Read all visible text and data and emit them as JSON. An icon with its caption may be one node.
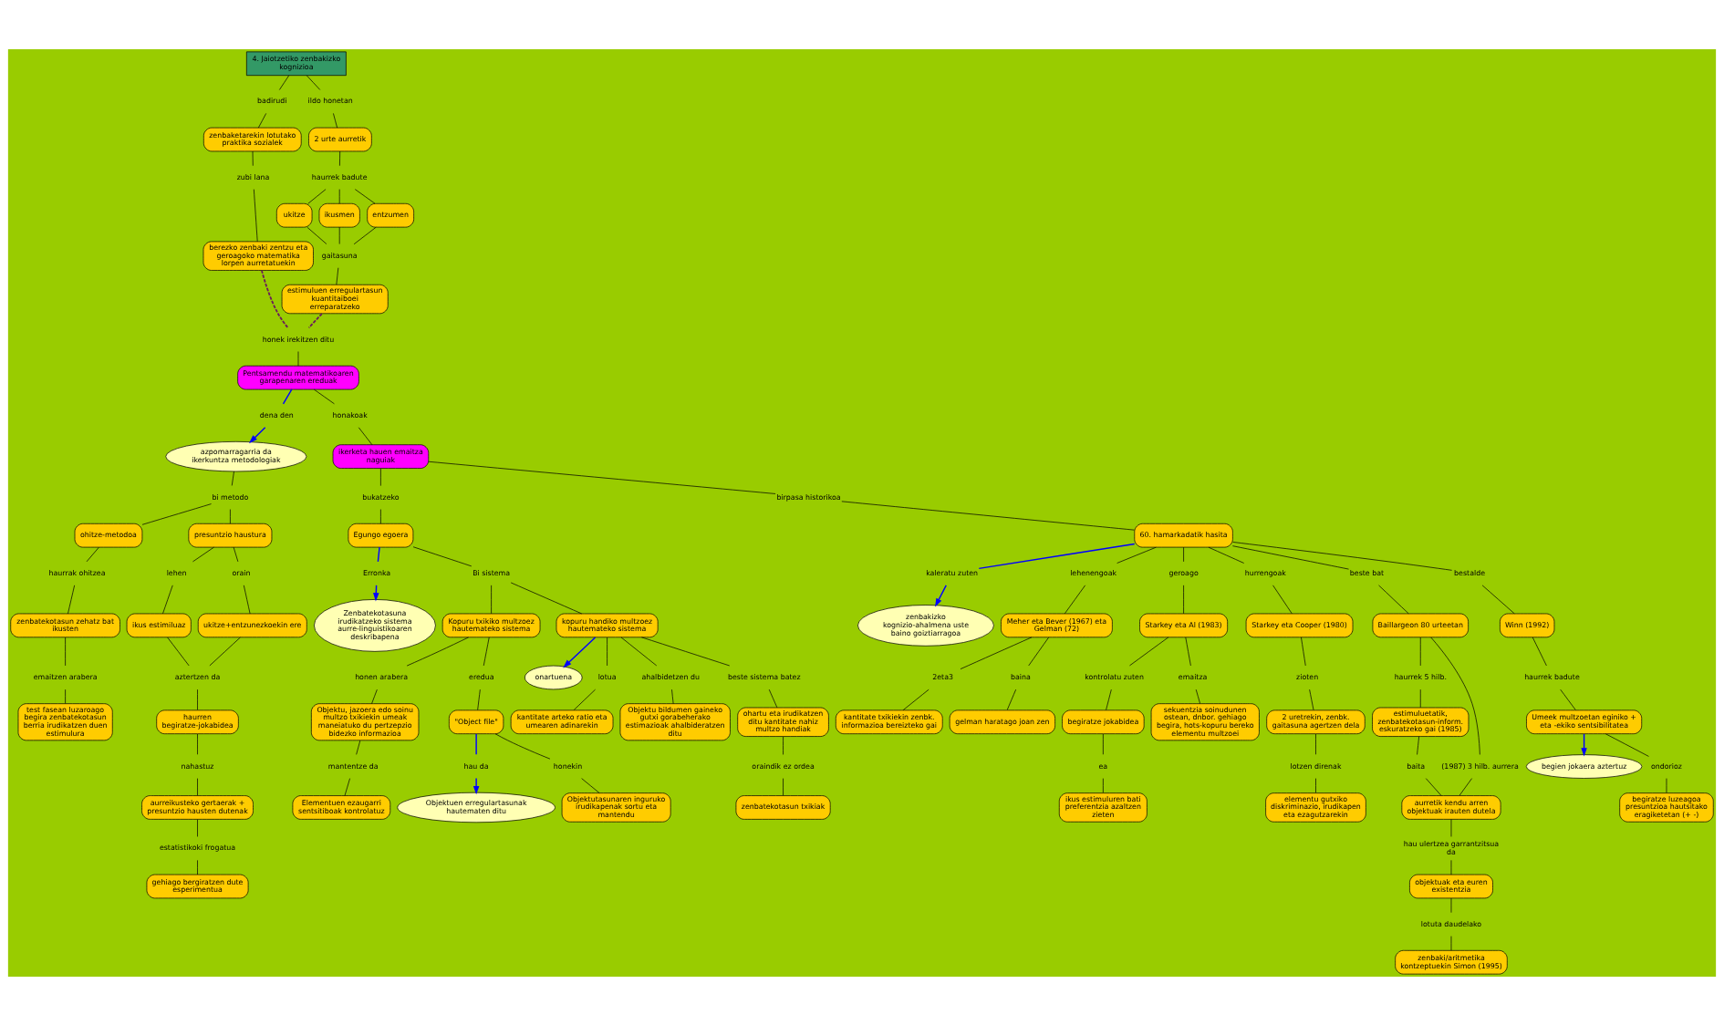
{
  "diagram": {
    "nodes": [
      {
        "text": [
          "4. Jaiotzetiko zenbakizko kognizioa"
        ]
      },
      {
        "text": [
          "badirudi"
        ]
      },
      {
        "text": [
          "ildo honetan"
        ]
      },
      {
        "text": [
          "zenbaketarekin lotutako praktika sozialek"
        ]
      },
      {
        "text": [
          "2 urte aurretik"
        ]
      },
      {
        "text": [
          "zubi lana"
        ]
      },
      {
        "text": [
          "haurrek badute"
        ]
      },
      {
        "text": [
          "ukitze"
        ]
      },
      {
        "text": [
          "ikusmen"
        ]
      },
      {
        "text": [
          "entzumen"
        ]
      },
      {
        "text": [
          "berezko zenbaki zentzu eta geroagoko matematika lorpen aurretatuekin"
        ]
      },
      {
        "text": [
          "gaitasuna"
        ]
      },
      {
        "text": [
          "estimuluen erregulartasun kuantitaiboei erreparatzeko"
        ]
      },
      {
        "text": [
          "honek irekitzen ditu"
        ]
      },
      {
        "text": [
          "Pentsamendu matematikoaren garapenaren ereduak"
        ]
      },
      {
        "text": [
          "dena den"
        ]
      },
      {
        "text": [
          "azpomarragarria da ikerkuntza metodologiak"
        ]
      },
      {
        "text": [
          "bi metodo"
        ]
      },
      {
        "text": [
          "ohitze-metodoa"
        ]
      },
      {
        "text": [
          "presuntzio haustura"
        ]
      },
      {
        "text": [
          "honakoak"
        ]
      },
      {
        "text": [
          "haurrak ohitzea"
        ]
      },
      {
        "text": [
          "lehen"
        ]
      },
      {
        "text": [
          "orain"
        ]
      },
      {
        "text": [
          "zenbatekotasun zehatz bat ikusten"
        ]
      },
      {
        "text": [
          "ikerketa hauen emaitza naguiak"
        ]
      },
      {
        "text": [
          "ikus estimiluaz"
        ]
      },
      {
        "text": [
          "ukitze+entzunezkoekin ere"
        ]
      },
      {
        "text": [
          "bukatzeko"
        ]
      },
      {
        "text": [
          "emaitzen arabera"
        ]
      },
      {
        "text": [
          "aztertzen da"
        ]
      },
      {
        "text": [
          "Egungo egoera"
        ]
      },
      {
        "text": [
          "birpasa historikoa"
        ]
      },
      {
        "text": [
          "Zenbatekotasuna irudikatzeko sistema aurre-linguistikoaren deskribapena"
        ]
      },
      {
        "text": [
          "Erronka"
        ]
      },
      {
        "text": [
          "zenbakizko kognizio-ahalmena uste baino goiztiarragoa"
        ]
      },
      {
        "text": [
          "kaleratu zuten"
        ]
      },
      {
        "text": [
          "60. hamarkadatik hasita"
        ]
      },
      {
        "text": [
          "Bi sistema"
        ]
      },
      {
        "text": [
          "test fasean luzaroago begira zenbatekotasun berria irudikatzen duen estimulura"
        ]
      },
      {
        "text": [
          "haurren begiratze-jokabidea"
        ]
      },
      {
        "text": [
          "honen arabera"
        ]
      },
      {
        "text": [
          "Kopuru txikiko multzoez hautemateko sistema"
        ]
      },
      {
        "text": [
          "lehenengoak"
        ]
      },
      {
        "text": [
          "geroago"
        ]
      },
      {
        "text": [
          "hurrengoak"
        ]
      },
      {
        "text": [
          "Meher eta Bever (1967) eta Gelman (72)"
        ]
      },
      {
        "text": [
          "Starkey eta Al (1983)"
        ]
      },
      {
        "text": [
          "Starkey eta Cooper (1980)"
        ]
      },
      {
        "text": [
          "Objektu, jazoera edo soinu multzo txikiekin umeak maneiatuko du pertzepzio bidezko informazioa"
        ]
      },
      {
        "text": [
          "eredua"
        ]
      },
      {
        "text": [
          "nahastuz"
        ]
      },
      {
        "text": [
          "aurreikusteko gertaerak + presuntzio hausten dutenak"
        ]
      },
      {
        "text": [
          "2eta3"
        ]
      },
      {
        "text": [
          "baina"
        ]
      },
      {
        "text": [
          "kontrolatu zuten"
        ]
      },
      {
        "text": [
          "emaitza"
        ]
      },
      {
        "text": [
          "beste bat"
        ]
      },
      {
        "text": [
          "\"Object file\""
        ]
      },
      {
        "text": [
          "hau da"
        ]
      },
      {
        "text": [
          "Objektuen erregulartasunak hautematen ditu"
        ]
      },
      {
        "text": [
          "kantitate txikiekin zenbk. informazioa bereizteko gai"
        ]
      },
      {
        "text": [
          "gelman haratago joan zen"
        ]
      },
      {
        "text": [
          "zioten"
        ]
      },
      {
        "text": [
          "begiratze jokabidea"
        ]
      },
      {
        "text": [
          "sekuentzia soinudunen ostean, dnbor. gehiago begira, hots-kopuru bereko elementu multzoei"
        ]
      },
      {
        "text": [
          "Baillargeon 80 urteetan"
        ]
      },
      {
        "text": [
          "mantentze da"
        ]
      },
      {
        "text": [
          "honekin"
        ]
      },
      {
        "text": [
          "kopuru handiko multzoez hautemateko sistema"
        ]
      },
      {
        "text": [
          "onartuena"
        ]
      },
      {
        "text": [
          "estatistikoki frogatua"
        ]
      },
      {
        "text": [
          "2 uretrekin, zenbk. gaitasuna agertzen dela"
        ]
      },
      {
        "text": [
          "ea"
        ]
      },
      {
        "text": [
          "Elementuen ezaugarri sentsitiboak kontrolatuz"
        ]
      },
      {
        "text": [
          "Objektutasunaren inguruko irudikapenak sortu eta mantendu"
        ]
      },
      {
        "text": [
          "lotua"
        ]
      },
      {
        "text": [
          "gehiago bergiratzen dute esperimentua"
        ]
      },
      {
        "text": [
          "haurrek 5 hilb."
        ]
      },
      {
        "text": [
          "(1987) 3 hilb. aurrera"
        ]
      },
      {
        "text": [
          "bestalde"
        ]
      },
      {
        "text": [
          "lotzen direnak"
        ]
      },
      {
        "text": [
          "ikus estimuluren bati preferentzia azaltzen zieten"
        ]
      },
      {
        "text": [
          "Winn (1992)"
        ]
      },
      {
        "text": [
          "kantitate arteko ratio eta umearen adinarekin"
        ]
      },
      {
        "text": [
          "ahalbidetzen du"
        ]
      },
      {
        "text": [
          "beste sistema batez"
        ]
      },
      {
        "text": [
          "elementu gutxiko diskriminazio, irudikapen eta ezagutzarekin"
        ]
      },
      {
        "text": [
          "estimuluetatik, zenbatekotasun-inform. eskuratzeko gai (1985)"
        ]
      },
      {
        "text": [
          "haurrek badute"
        ]
      },
      {
        "text": [
          "Umeek multzoetan eginiko + eta -ekiko sentsibilitatea"
        ]
      },
      {
        "text": [
          "begien jokaera aztertuz"
        ]
      },
      {
        "text": [
          "ohartu eta irudikatzen ditu kantitate nahiz multzo handiak"
        ]
      },
      {
        "text": [
          "baita"
        ]
      },
      {
        "text": [
          "ondorioz"
        ]
      },
      {
        "text": [
          "Objektu bildumen gaineko gutxi gorabeherako estimazioak ahalbideratzen ditu"
        ]
      },
      {
        "text": [
          "oraindik ez ordea"
        ]
      },
      {
        "text": [
          "aurretik kendu arren objektuak irauten dutela"
        ]
      },
      {
        "text": [
          "begiratze luzeagoa presuntzioa hautsitako eragiketetan (+ -)"
        ]
      },
      {
        "text": [
          "zenbatekotasun txikiak"
        ]
      },
      {
        "text": [
          "hau ulertzea garrantzitsua da"
        ]
      },
      {
        "text": [
          "objektuak eta euren existentzia"
        ]
      },
      {
        "text": [
          "lotuta daudelako"
        ]
      },
      {
        "text": [
          "zenbaki/aritmetika kontzeptuekin Simon (1995)"
        ]
      }
    ],
    "edges": [
      {
        "from": 0,
        "to": 1,
        "arrow": "none"
      },
      {
        "from": 1,
        "to": 3,
        "arrow": "none"
      },
      {
        "from": 3,
        "to": 5,
        "arrow": "none"
      },
      {
        "from": 5,
        "to": 10,
        "arrow": "none"
      },
      {
        "from": 10,
        "to": 13,
        "arrow": "none",
        "style": "dashed",
        "color": "#6b1a5a"
      },
      {
        "from": 0,
        "to": 2,
        "arrow": "none"
      },
      {
        "from": 2,
        "to": 4,
        "arrow": "none"
      },
      {
        "from": 4,
        "to": 6,
        "arrow": "none"
      },
      {
        "from": 6,
        "to": 7,
        "arrow": "none"
      },
      {
        "from": 6,
        "to": 8,
        "arrow": "none"
      },
      {
        "from": 6,
        "to": 9,
        "arrow": "none"
      },
      {
        "from": 7,
        "to": 11,
        "arrow": "none"
      },
      {
        "from": 8,
        "to": 11,
        "arrow": "none"
      },
      {
        "from": 9,
        "to": 11,
        "arrow": "none"
      },
      {
        "from": 11,
        "to": 12,
        "arrow": "none"
      },
      {
        "from": 12,
        "to": 13,
        "arrow": "none",
        "style": "dashed",
        "color": "#6b1a5a"
      },
      {
        "from": 13,
        "to": 14,
        "arrow": "none"
      },
      {
        "from": 14,
        "to": 15,
        "arrow": "none",
        "color": "#0000ff"
      },
      {
        "from": 15,
        "to": 16,
        "arrow": "to",
        "color": "#0000ff"
      },
      {
        "from": 16,
        "to": 17,
        "arrow": "none"
      },
      {
        "from": 17,
        "to": 18,
        "arrow": "none"
      },
      {
        "from": 17,
        "to": 19,
        "arrow": "none"
      },
      {
        "from": 18,
        "to": 21,
        "arrow": "none"
      },
      {
        "from": 21,
        "to": 24,
        "arrow": "none"
      },
      {
        "from": 24,
        "to": 29,
        "arrow": "none"
      },
      {
        "from": 29,
        "to": 39,
        "arrow": "none"
      },
      {
        "from": 19,
        "to": 22,
        "arrow": "none"
      },
      {
        "from": 22,
        "to": 26,
        "arrow": "none"
      },
      {
        "from": 19,
        "to": 23,
        "arrow": "none"
      },
      {
        "from": 23,
        "to": 27,
        "arrow": "none"
      },
      {
        "from": 26,
        "to": 30,
        "arrow": "none"
      },
      {
        "from": 27,
        "to": 30,
        "arrow": "none"
      },
      {
        "from": 30,
        "to": 40,
        "arrow": "none"
      },
      {
        "from": 40,
        "to": 51,
        "arrow": "none"
      },
      {
        "from": 51,
        "to": 52,
        "arrow": "none"
      },
      {
        "from": 52,
        "to": 71,
        "arrow": "none"
      },
      {
        "from": 71,
        "to": 77,
        "arrow": "none"
      },
      {
        "from": 14,
        "to": 20,
        "arrow": "none"
      },
      {
        "from": 20,
        "to": 25,
        "arrow": "none"
      },
      {
        "from": 25,
        "to": 32,
        "arrow": "none"
      },
      {
        "from": 32,
        "to": 37,
        "arrow": "none"
      },
      {
        "from": 37,
        "to": 36,
        "arrow": "none",
        "color": "#0000ff"
      },
      {
        "from": 36,
        "to": 35,
        "arrow": "to",
        "color": "#0000ff"
      },
      {
        "from": 25,
        "to": 28,
        "arrow": "none"
      },
      {
        "from": 28,
        "to": 31,
        "arrow": "none"
      },
      {
        "from": 31,
        "to": 34,
        "arrow": "none",
        "color": "#0000ff"
      },
      {
        "from": 34,
        "to": 33,
        "arrow": "to",
        "color": "#0000ff"
      },
      {
        "from": 31,
        "to": 38,
        "arrow": "none"
      },
      {
        "from": 38,
        "to": 42,
        "arrow": "none"
      },
      {
        "from": 38,
        "to": 69,
        "arrow": "none"
      },
      {
        "from": 42,
        "to": 41,
        "arrow": "none"
      },
      {
        "from": 41,
        "to": 49,
        "arrow": "none"
      },
      {
        "from": 49,
        "to": 67,
        "arrow": "none"
      },
      {
        "from": 67,
        "to": 74,
        "arrow": "none"
      },
      {
        "from": 42,
        "to": 50,
        "arrow": "none"
      },
      {
        "from": 50,
        "to": 58,
        "arrow": "none"
      },
      {
        "from": 58,
        "to": 59,
        "arrow": "none",
        "color": "#0000ff"
      },
      {
        "from": 59,
        "to": 60,
        "arrow": "to",
        "color": "#0000ff"
      },
      {
        "from": 58,
        "to": 68,
        "arrow": "none"
      },
      {
        "from": 68,
        "to": 75,
        "arrow": "none"
      },
      {
        "from": 69,
        "to": 70,
        "arrow": "to",
        "color": "#0000ff"
      },
      {
        "from": 69,
        "to": 76,
        "arrow": "none"
      },
      {
        "from": 76,
        "to": 84,
        "arrow": "none"
      },
      {
        "from": 69,
        "to": 85,
        "arrow": "none"
      },
      {
        "from": 85,
        "to": 95,
        "arrow": "none"
      },
      {
        "from": 69,
        "to": 86,
        "arrow": "none"
      },
      {
        "from": 86,
        "to": 92,
        "arrow": "none"
      },
      {
        "from": 92,
        "to": 96,
        "arrow": "none"
      },
      {
        "from": 96,
        "to": 99,
        "arrow": "none"
      },
      {
        "from": 37,
        "to": 43,
        "arrow": "none"
      },
      {
        "from": 43,
        "to": 46,
        "arrow": "none"
      },
      {
        "from": 37,
        "to": 45,
        "arrow": "none"
      },
      {
        "from": 45,
        "to": 48,
        "arrow": "none"
      },
      {
        "from": 37,
        "to": 44,
        "arrow": "none"
      },
      {
        "from": 44,
        "to": 47,
        "arrow": "none"
      },
      {
        "from": 37,
        "to": 57,
        "arrow": "none"
      },
      {
        "from": 57,
        "to": 66,
        "arrow": "none"
      },
      {
        "from": 37,
        "to": 80,
        "arrow": "none"
      },
      {
        "from": 80,
        "to": 83,
        "arrow": "none"
      },
      {
        "from": 46,
        "to": 53,
        "arrow": "none"
      },
      {
        "from": 53,
        "to": 61,
        "arrow": "none"
      },
      {
        "from": 46,
        "to": 54,
        "arrow": "none"
      },
      {
        "from": 54,
        "to": 62,
        "arrow": "none"
      },
      {
        "from": 48,
        "to": 63,
        "arrow": "none"
      },
      {
        "from": 63,
        "to": 72,
        "arrow": "none"
      },
      {
        "from": 72,
        "to": 81,
        "arrow": "none"
      },
      {
        "from": 81,
        "to": 87,
        "arrow": "none"
      },
      {
        "from": 47,
        "to": 55,
        "arrow": "none"
      },
      {
        "from": 55,
        "to": 64,
        "arrow": "none"
      },
      {
        "from": 64,
        "to": 73,
        "arrow": "none"
      },
      {
        "from": 73,
        "to": 82,
        "arrow": "none"
      },
      {
        "from": 47,
        "to": 56,
        "arrow": "none"
      },
      {
        "from": 56,
        "to": 65,
        "arrow": "none"
      },
      {
        "from": 66,
        "to": 78,
        "arrow": "none"
      },
      {
        "from": 78,
        "to": 88,
        "arrow": "none"
      },
      {
        "from": 88,
        "to": 93,
        "arrow": "none"
      },
      {
        "from": 93,
        "to": 97,
        "arrow": "none"
      },
      {
        "from": 66,
        "to": 79,
        "arrow": "none"
      },
      {
        "from": 79,
        "to": 97,
        "arrow": "none"
      },
      {
        "from": 97,
        "to": 100,
        "arrow": "none"
      },
      {
        "from": 100,
        "to": 101,
        "arrow": "none"
      },
      {
        "from": 101,
        "to": 102,
        "arrow": "none"
      },
      {
        "from": 102,
        "to": 103,
        "arrow": "none"
      },
      {
        "from": 83,
        "to": 89,
        "arrow": "none"
      },
      {
        "from": 89,
        "to": 90,
        "arrow": "none"
      },
      {
        "from": 90,
        "to": 91,
        "arrow": "to",
        "color": "#0000ff"
      },
      {
        "from": 90,
        "to": 94,
        "arrow": "none"
      },
      {
        "from": 94,
        "to": 98,
        "arrow": "none"
      }
    ]
  }
}
